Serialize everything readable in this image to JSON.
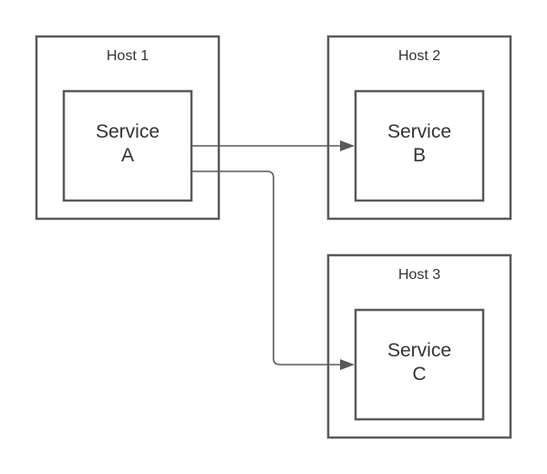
{
  "colors": {
    "stroke": "#595959",
    "text": "#333333",
    "background": "#ffffff"
  },
  "hosts": [
    {
      "label": "Host 1",
      "service": {
        "line1": "Service",
        "line2": "A"
      }
    },
    {
      "label": "Host 2",
      "service": {
        "line1": "Service",
        "line2": "B"
      }
    },
    {
      "label": "Host 3",
      "service": {
        "line1": "Service",
        "line2": "C"
      }
    }
  ],
  "connections": [
    {
      "from": "Service A",
      "to": "Service B",
      "arrow": "end"
    },
    {
      "from": "Service A",
      "to": "Service C",
      "arrow": "end",
      "routing": "orthogonal-rounded"
    }
  ]
}
